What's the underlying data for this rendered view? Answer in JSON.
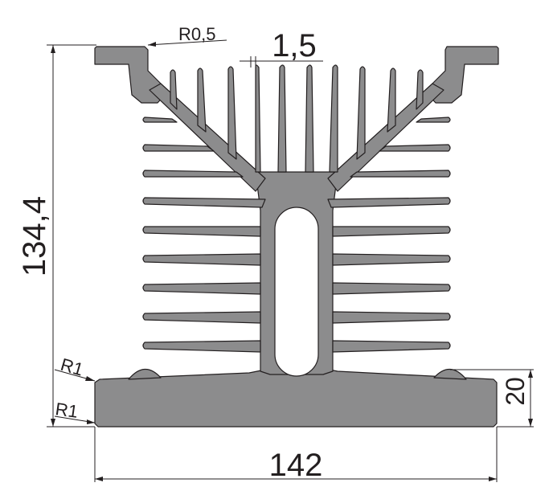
{
  "dimensions": {
    "total_width": "142",
    "total_height": "134,4",
    "base_height": "20",
    "fin_thickness": "1,5",
    "top_radius": "R0,5",
    "radius_upper": "R1",
    "radius_lower": "R1"
  },
  "colors": {
    "profile_fill": "#8c8c8d",
    "outline": "#231f20",
    "dimension_line": "#231f20"
  }
}
